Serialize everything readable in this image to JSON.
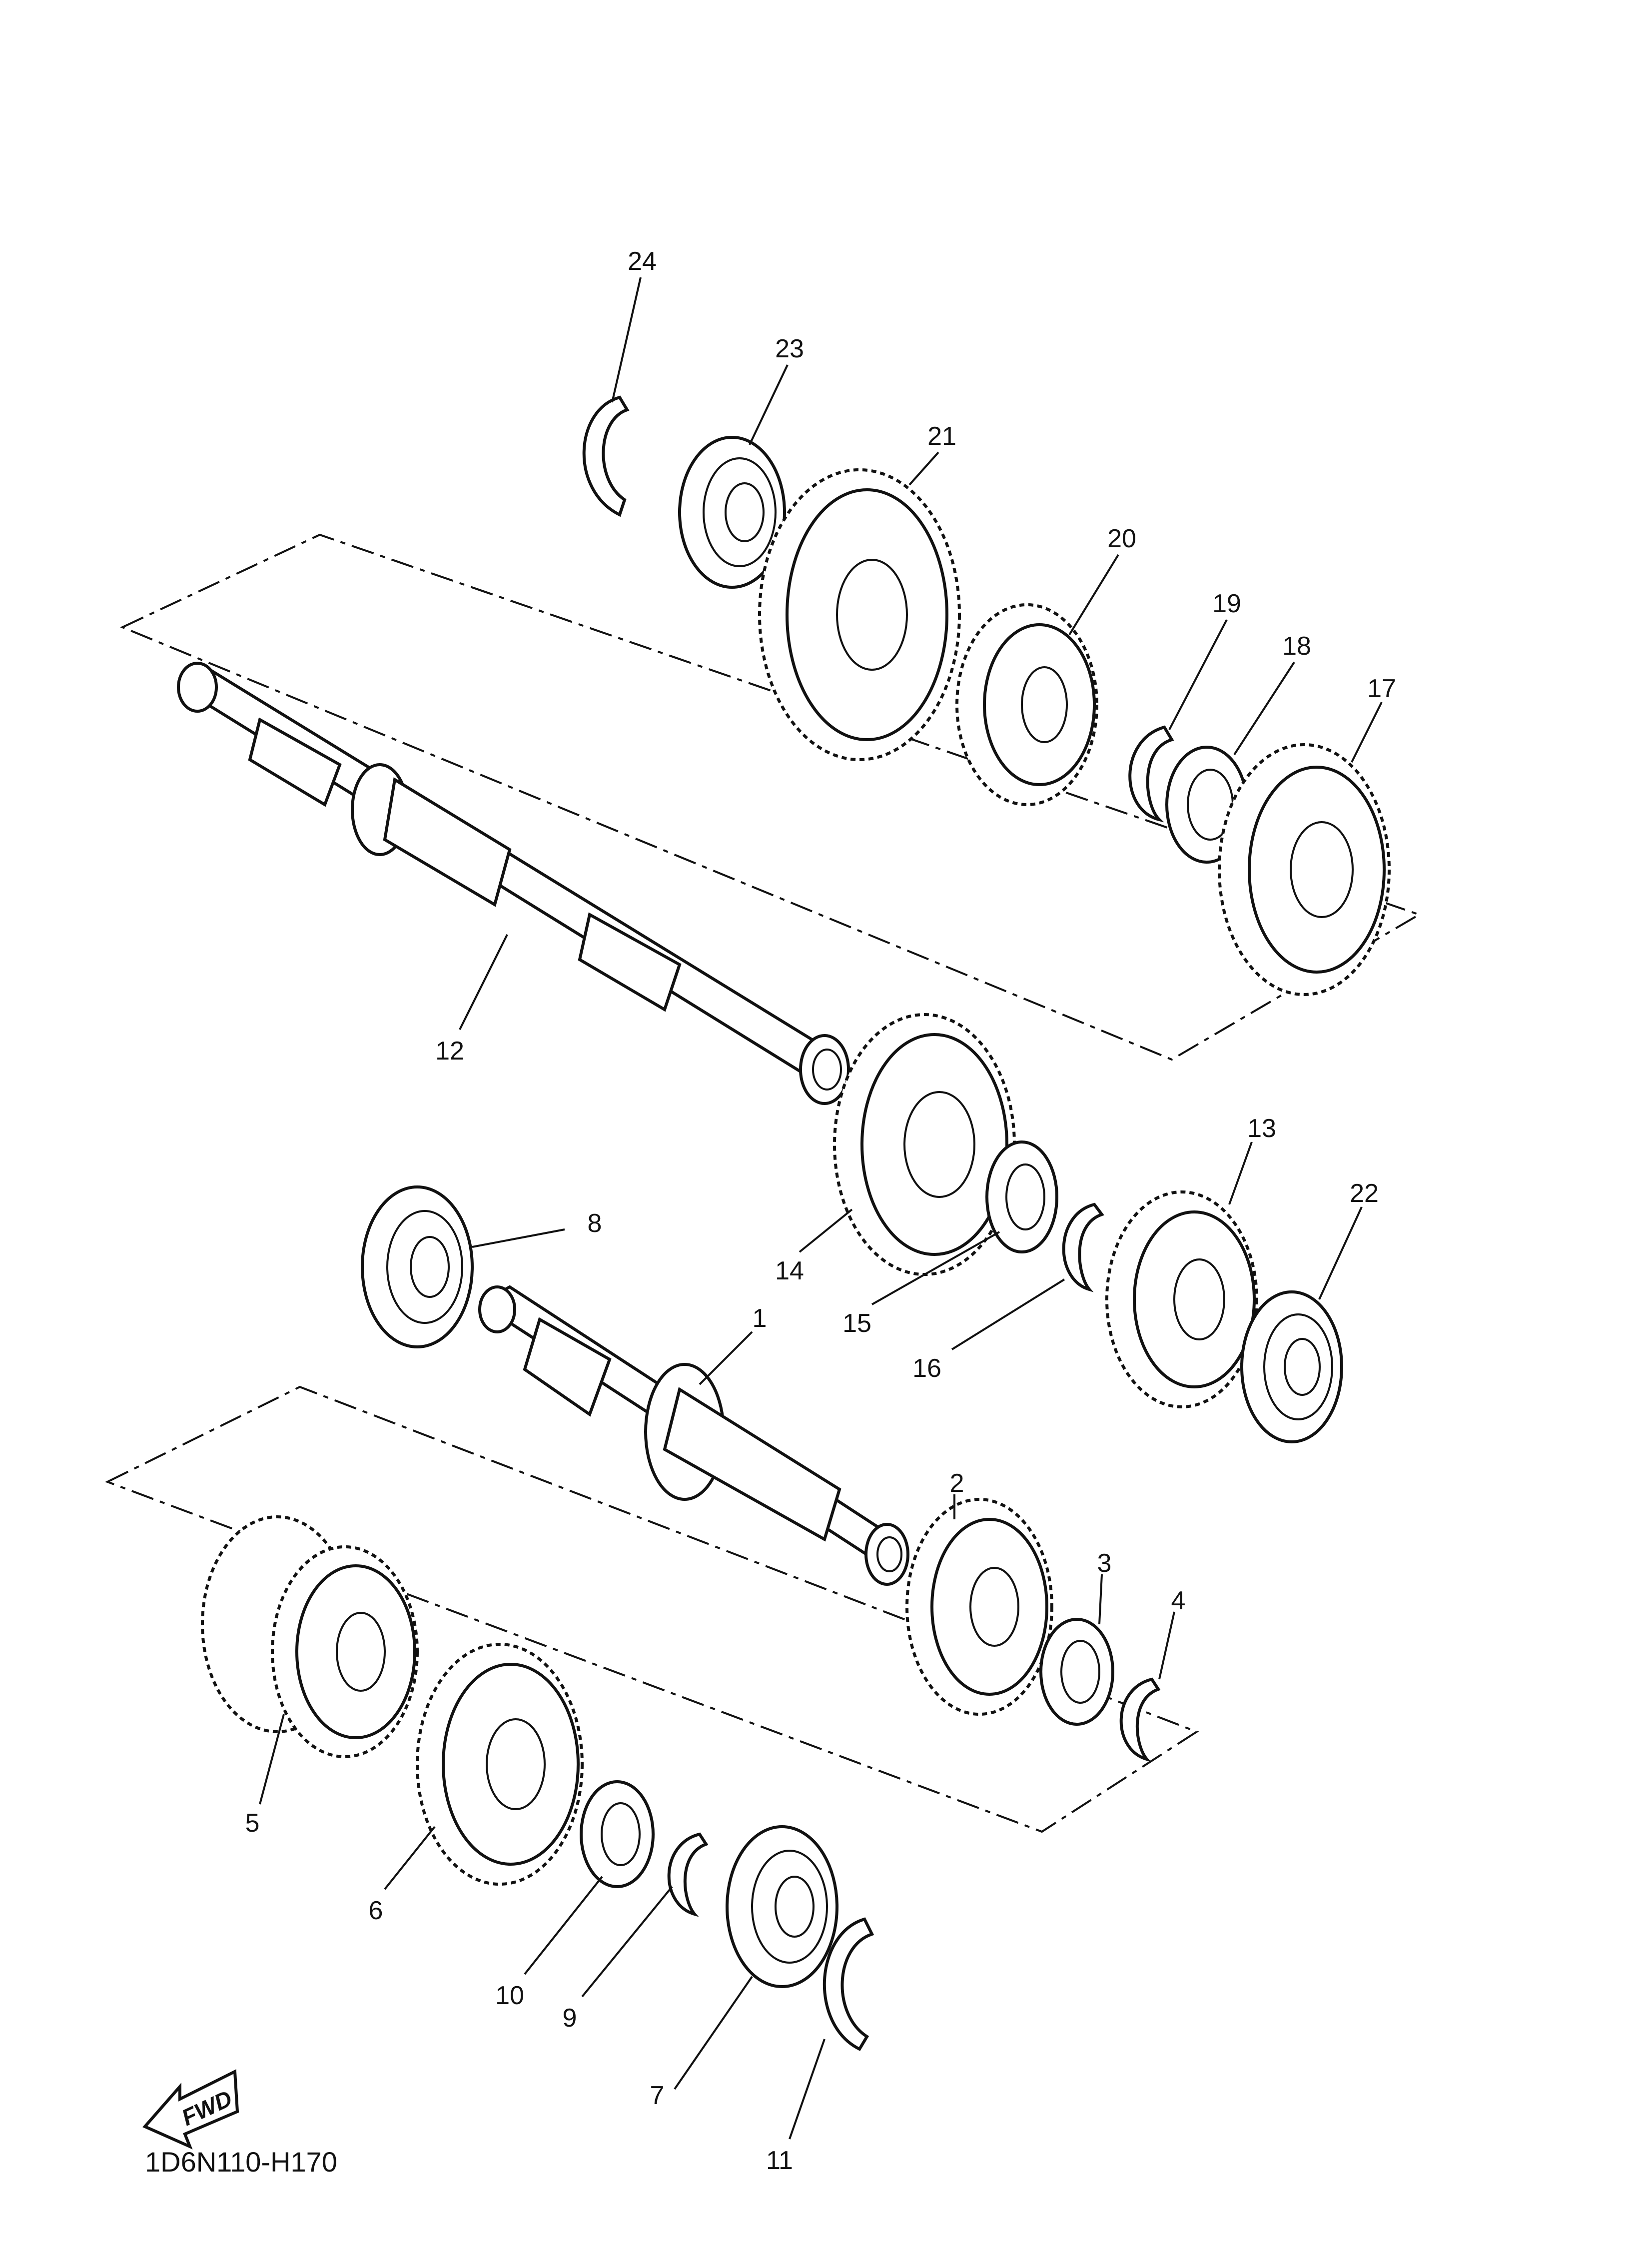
{
  "diagram": {
    "part_labels": [
      "1",
      "2",
      "3",
      "4",
      "5",
      "6",
      "7",
      "8",
      "9",
      "10",
      "11",
      "12",
      "13",
      "14",
      "15",
      "16",
      "17",
      "18",
      "19",
      "20",
      "21",
      "22",
      "23",
      "24"
    ],
    "fwd_label": "FWD",
    "code": "1D6N110-H170"
  }
}
